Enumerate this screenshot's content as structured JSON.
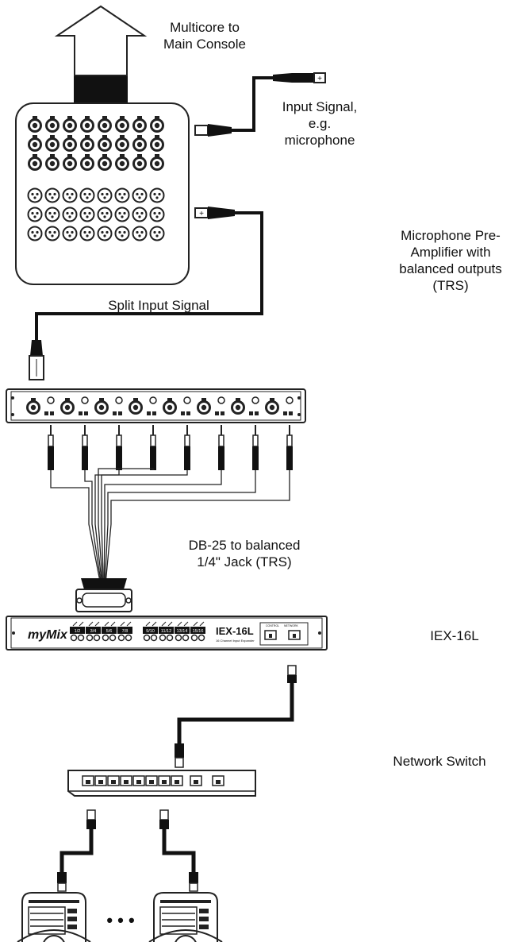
{
  "labels": {
    "multicore": [
      "Multicore to",
      "Main Console"
    ],
    "input_signal": [
      "Input Signal,",
      "e.g.",
      "microphone"
    ],
    "split_input": "Split Input Signal",
    "preamp": [
      "Microphone Pre-",
      "Amplifier with",
      "balanced outputs",
      "(TRS)"
    ],
    "db25": [
      "DB-25 to balanced",
      "1/4\" Jack (TRS)"
    ],
    "iex": "IEX-16L",
    "switch": "Network Switch"
  },
  "iex_panel": {
    "brand": "myMix",
    "model": "IEX-16L",
    "subtitle": "16 Channel Input Expander",
    "port_labels": [
      "CONTROL",
      "NETWORK"
    ],
    "group_a": [
      "1/2",
      "3/4",
      "5/6",
      "7/8"
    ],
    "group_b": [
      "9/10",
      "11/12",
      "13/14",
      "15/16"
    ]
  },
  "ellipsis": "• • •"
}
